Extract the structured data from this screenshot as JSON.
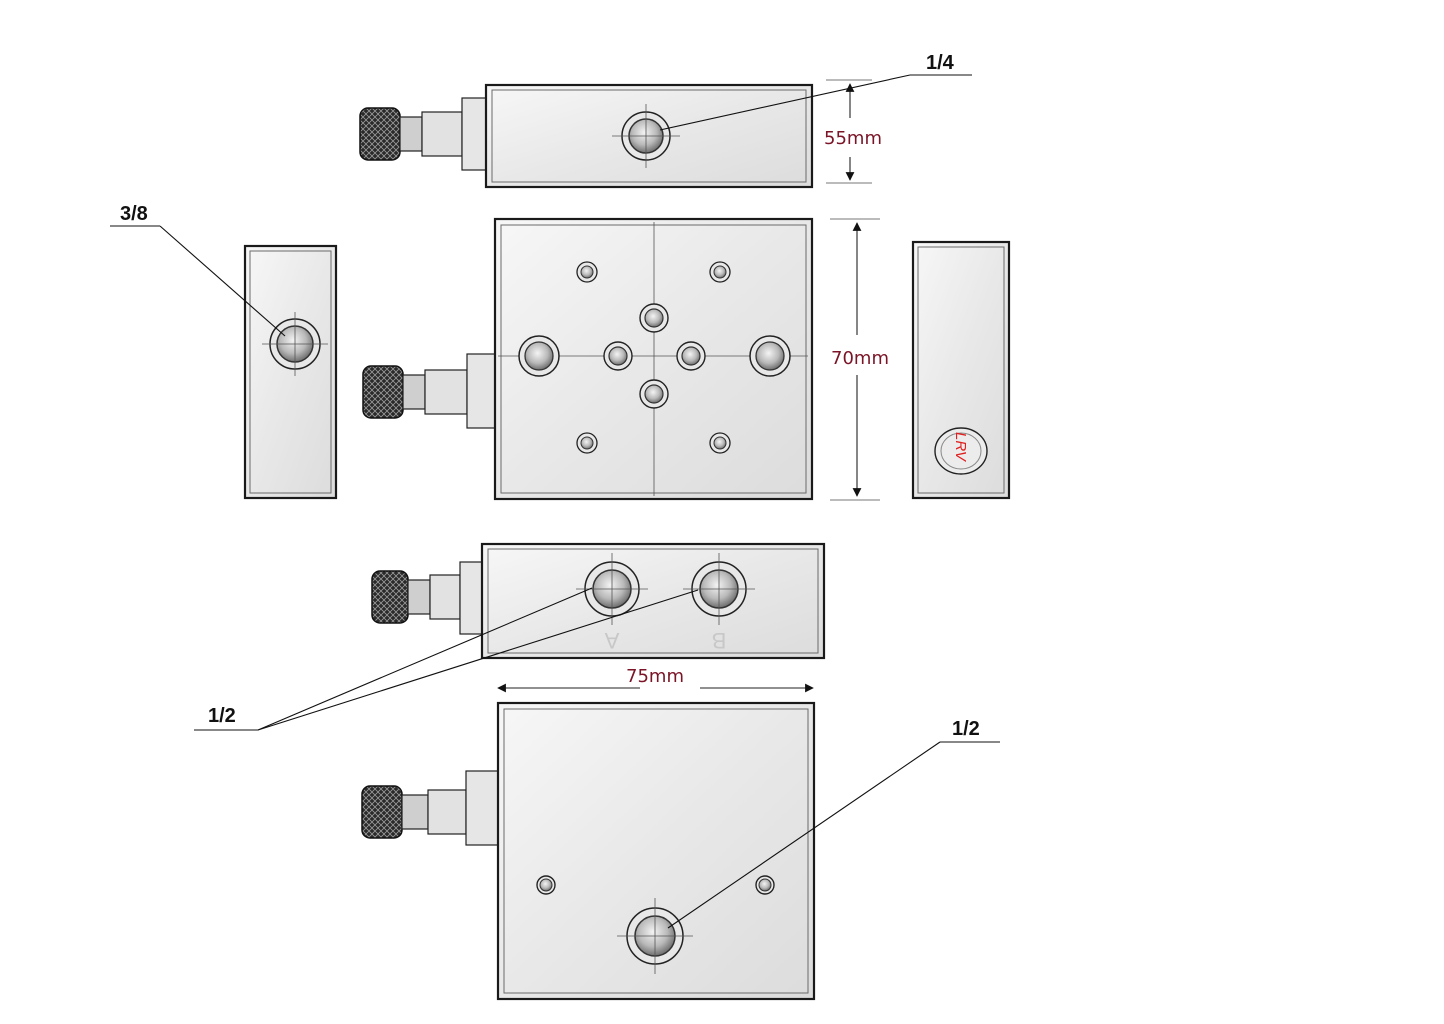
{
  "callouts": {
    "top_port": "1/4",
    "side_port": "3/8",
    "ab_ports": "1/2",
    "bottom_port": "1/2"
  },
  "dimensions": {
    "height": "55mm",
    "length": "70mm",
    "width": "75mm"
  },
  "port_labels": {
    "a": "A",
    "b": "B"
  },
  "logo_text": "LRV",
  "colors": {
    "dimension_text": "#7a1426",
    "logo": "#e02020",
    "outline": "#1a1a1a"
  }
}
